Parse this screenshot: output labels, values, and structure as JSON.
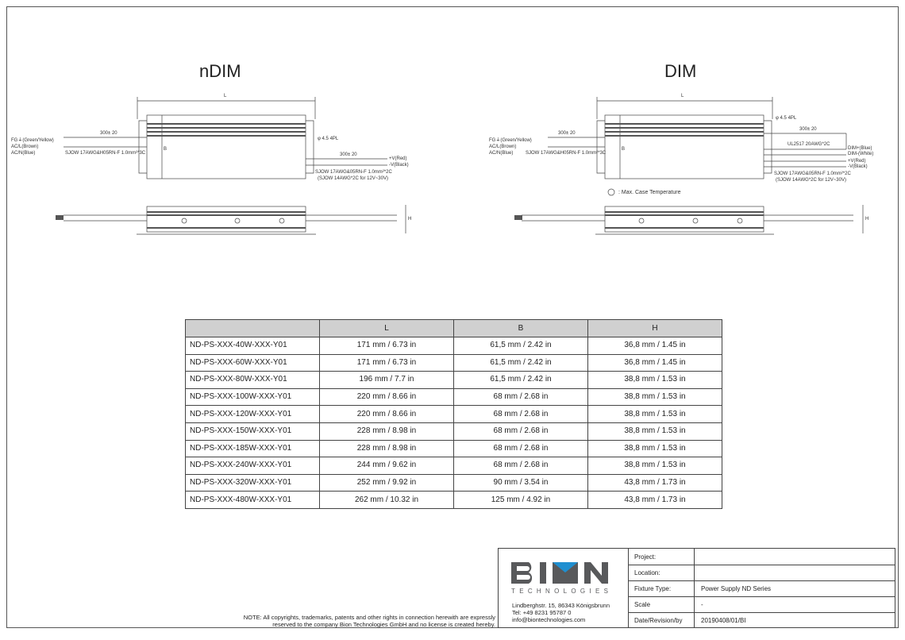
{
  "drawings": {
    "ndim": {
      "title": "nDIM",
      "L": "L",
      "B": "B",
      "H": "H",
      "cable_len_in": "300± 20",
      "cable_len_out": "300± 20",
      "hole": "φ 4.5  4PL",
      "in_wires": [
        "FG⏚(Green/Yellow)",
        "AC/L(Brown)",
        "AC/N(Blue)"
      ],
      "in_cable": "SJOW 17AWG&H05RN-F 1.0mm²*3C",
      "out_wires": [
        "+V(Red)",
        "-V(Black)"
      ],
      "out_cable": "SJOW 17AWG&05RN-F 1.0mm²*2C",
      "out_cable_note": "(SJOW 14AWG*2C for 12V~30V)"
    },
    "dim": {
      "title": "DIM",
      "L": "L",
      "B": "B",
      "H": "H",
      "cable_len_in": "300± 20",
      "cable_len_out": "300± 20",
      "hole": "φ 4.5  4PL",
      "in_wires": [
        "FG⏚(Green/Yellow)",
        "AC/L(Brown)",
        "AC/N(Blue)"
      ],
      "in_cable": "SJOW 17AWG&H05RN-F 1.0mm²*3C",
      "dim_cable": "UL2517 20AWG*2C",
      "dim_wires": [
        "DIM+(Blue)",
        "DIM-(White)"
      ],
      "out_wires": [
        "+V(Red)",
        "-V(Black)"
      ],
      "out_cable": "SJOW 17AWG&05RN-F 1.0mm²*2C",
      "out_cable_note": "(SJOW 14AWG*2C for 12V~30V)",
      "tc_note": ": Max. Case Temperature"
    }
  },
  "table": {
    "headers": [
      "",
      "L",
      "B",
      "H"
    ],
    "rows": [
      [
        "ND-PS-XXX-40W-XXX-Y01",
        "171 mm / 6.73 in",
        "61,5 mm / 2.42 in",
        "36,8 mm / 1.45 in"
      ],
      [
        "ND-PS-XXX-60W-XXX-Y01",
        "171 mm / 6.73 in",
        "61,5 mm / 2.42 in",
        "36,8 mm / 1.45 in"
      ],
      [
        "ND-PS-XXX-80W-XXX-Y01",
        "196 mm / 7.7 in",
        "61,5 mm / 2.42 in",
        "38,8 mm / 1.53 in"
      ],
      [
        "ND-PS-XXX-100W-XXX-Y01",
        "220 mm / 8.66 in",
        "68 mm / 2.68 in",
        "38,8 mm / 1.53 in"
      ],
      [
        "ND-PS-XXX-120W-XXX-Y01",
        "220 mm / 8.66 in",
        "68 mm / 2.68 in",
        "38,8 mm / 1.53 in"
      ],
      [
        "ND-PS-XXX-150W-XXX-Y01",
        "228 mm / 8.98 in",
        "68 mm / 2.68 in",
        "38,8 mm / 1.53 in"
      ],
      [
        "ND-PS-XXX-185W-XXX-Y01",
        "228 mm / 8.98 in",
        "68 mm / 2.68 in",
        "38,8 mm / 1.53 in"
      ],
      [
        "ND-PS-XXX-240W-XXX-Y01",
        "244 mm / 9.62 in",
        "68 mm / 2.68 in",
        "38,8 mm / 1.53 in"
      ],
      [
        "ND-PS-XXX-320W-XXX-Y01",
        "252 mm / 9.92 in",
        "90 mm / 3.54 in",
        "43,8 mm / 1.73 in"
      ],
      [
        "ND-PS-XXX-480W-XXX-Y01",
        "262 mm / 10.32 in",
        "125 mm / 4.92 in",
        "43,8 mm / 1.73 in"
      ]
    ]
  },
  "note": {
    "line1": "NOTE: All copyrights, trademarks, patents and other rights in connection herewith are expressly",
    "line2": "reserved to the company Bion Technologies GmbH and no license is created hereby."
  },
  "titleblock": {
    "logo_text": "BION",
    "logo_sub": "TECHNOLOGIES",
    "address": "Lindberghstr. 15, 86343 Königsbrunn",
    "tel": "Tel: +49 8231 95787 0",
    "email": "info@biontechnologies.com",
    "rows": [
      {
        "label": "Project:",
        "value": ""
      },
      {
        "label": "Location:",
        "value": ""
      },
      {
        "label": "Fixture Type:",
        "value": "Power Supply ND Series"
      },
      {
        "label": "Scale",
        "value": "-"
      },
      {
        "label": "Date/Revision/by",
        "value": "20190408/01/BI"
      }
    ],
    "colors": {
      "logo_gray": "#58595b",
      "logo_blue": "#1f8fd0"
    }
  }
}
